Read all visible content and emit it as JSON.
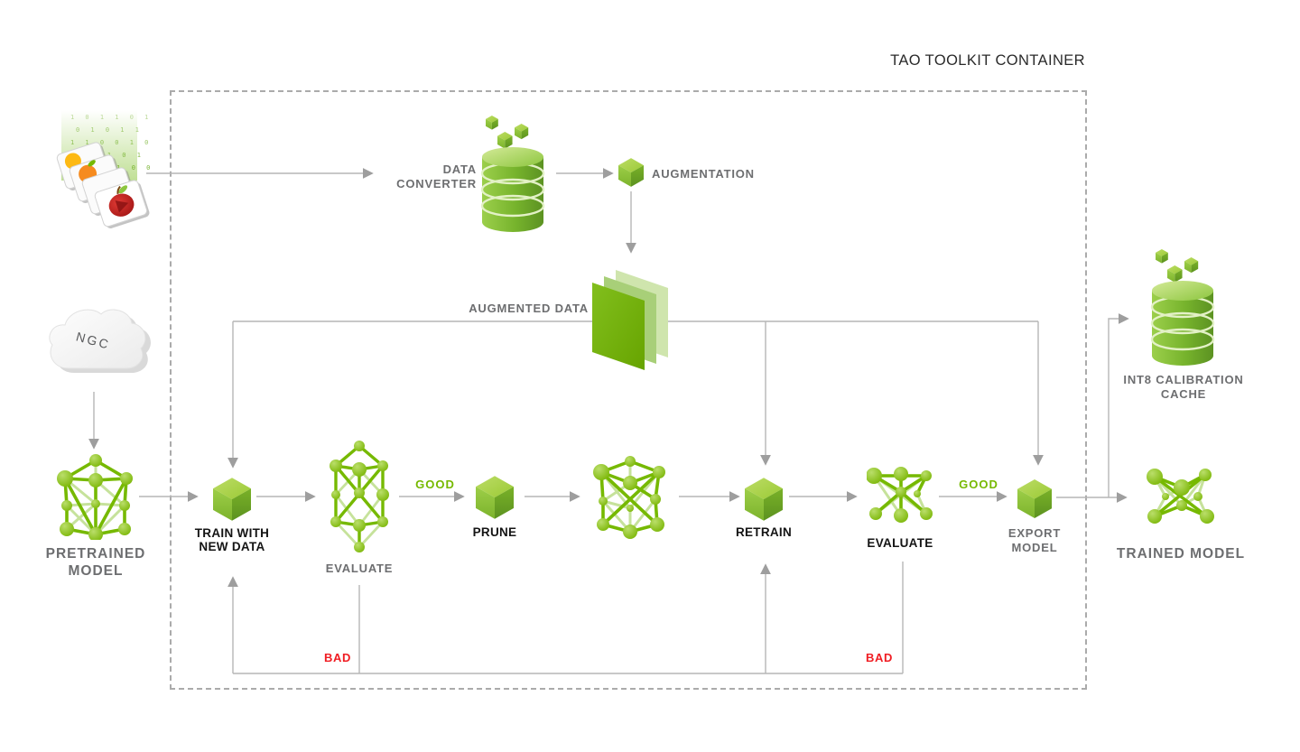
{
  "title": "TAO TOOLKIT CONTAINER",
  "colors": {
    "accent_green": "#76b900",
    "light_green": "#8dc63f",
    "label_gray": "#6d6e70",
    "label_black": "#141414",
    "good_green": "#76b900",
    "bad_red": "#f01d23",
    "connector_gray": "#b3b3b3",
    "container_border": "#ababab",
    "apple_red": "#c1272d"
  },
  "nodes": {
    "input_images": {
      "icon": "image-stack-icon"
    },
    "data_converter": {
      "line1": "DATA",
      "line2": "CONVERTER",
      "icon": "database-icon"
    },
    "augmentation": {
      "label": "AUGMENTATION",
      "icon": "cube-icon"
    },
    "augmented_data": {
      "label": "AUGMENTED DATA",
      "icon": "sheets-icon"
    },
    "ngc_cloud": {
      "label": "NGC",
      "icon": "cloud-icon"
    },
    "pretrained_model": {
      "line1": "PRETRAINED",
      "line2": "MODEL",
      "icon": "neural-network-icon"
    },
    "train_with_new_data": {
      "line1": "TRAIN WITH",
      "line2": "NEW DATA",
      "icon": "cube-icon"
    },
    "evaluate_1": {
      "label": "EVALUATE",
      "icon": "neural-network-icon"
    },
    "prune": {
      "label": "PRUNE",
      "icon": "cube-icon"
    },
    "pruned_model": {
      "icon": "neural-network-icon"
    },
    "retrain": {
      "label": "RETRAIN",
      "icon": "cube-icon"
    },
    "evaluate_2": {
      "label": "EVALUATE",
      "icon": "neural-network-icon"
    },
    "export_model": {
      "line1": "EXPORT",
      "line2": "MODEL",
      "icon": "cube-icon"
    },
    "int8_cache": {
      "line1": "INT8 CALIBRATION",
      "line2": "CACHE",
      "icon": "database-icon"
    },
    "trained_model": {
      "label": "TRAINED MODEL",
      "icon": "neural-network-icon"
    }
  },
  "edges": {
    "good_1": "GOOD",
    "good_2": "GOOD",
    "bad_1": "BAD",
    "bad_2": "BAD"
  }
}
